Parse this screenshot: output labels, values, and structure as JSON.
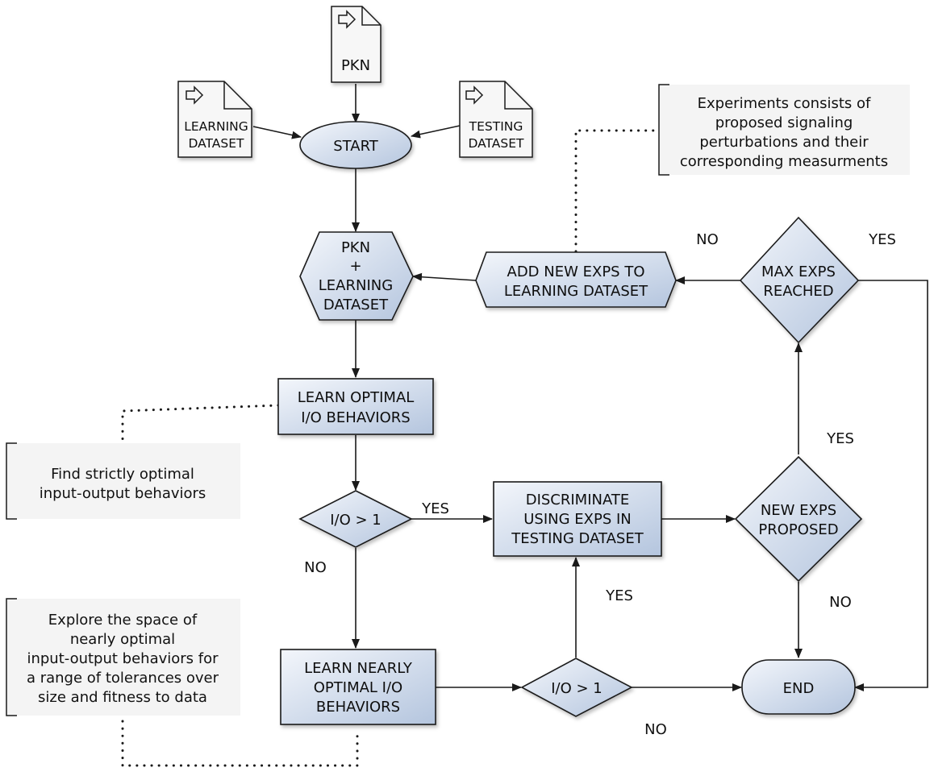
{
  "colors": {
    "node_fill_top": "#f3f6fb",
    "node_fill_bottom": "#b7c7df",
    "stroke": "#1a1a1a",
    "note_fill": "#f4f4f4",
    "doc_fill": "#f7f7f7"
  },
  "icons": {
    "document": "document-arrow-icon"
  },
  "documents": {
    "pkn": "PKN",
    "learning": [
      "LEARNING",
      "DATASET"
    ],
    "testing": [
      "TESTING",
      "DATASET"
    ]
  },
  "nodes": {
    "start": "START",
    "pkn_learning": [
      "PKN",
      "+",
      "LEARNING",
      "DATASET"
    ],
    "add_exps": [
      "ADD NEW EXPS TO",
      "LEARNING DATASET"
    ],
    "max_exps": [
      "MAX EXPS",
      "REACHED"
    ],
    "learn_optimal": [
      "LEARN OPTIMAL",
      "I/O BEHAVIORS"
    ],
    "io_gt_1_upper": "I/O > 1",
    "discriminate": [
      "DISCRIMINATE",
      "USING EXPS IN",
      "TESTING DATASET"
    ],
    "new_exps": [
      "NEW EXPS",
      "PROPOSED"
    ],
    "learn_nearly": [
      "LEARN NEARLY",
      "OPTIMAL I/O",
      "BEHAVIORS"
    ],
    "io_gt_1_lower": "I/O > 1",
    "end": "END"
  },
  "notes": {
    "experiments": [
      "Experiments consists of",
      "proposed signaling",
      "perturbations and their",
      "corresponding measurments"
    ],
    "find_optimal": [
      "Find strictly optimal",
      "input-output behaviors"
    ],
    "explore": [
      "Explore the space of",
      "nearly optimal",
      "input-output behaviors for",
      "a range of tolerances over",
      "size and fitness to data"
    ]
  },
  "edge_labels": {
    "max_no": "NO",
    "max_yes": "YES",
    "upper_io_yes": "YES",
    "upper_io_no": "NO",
    "new_exps_yes": "YES",
    "new_exps_no": "NO",
    "lower_io_yes": "YES",
    "lower_io_no": "NO"
  }
}
